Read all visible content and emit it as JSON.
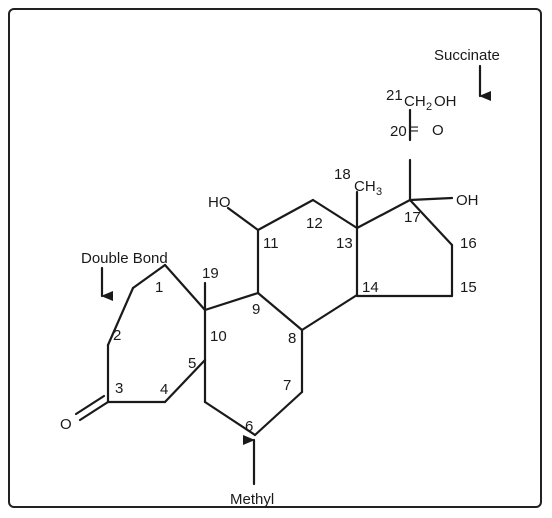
{
  "annotations": {
    "succinate": "Succinate",
    "double_bond": "Double Bond",
    "methyl": "Methyl"
  },
  "atoms": {
    "oxygen_3": "O",
    "hydroxyl_11": "HO",
    "hydroxyl_17": "OH",
    "ch2oh_c": "CH",
    "ch2oh_sub": "2",
    "ch2oh_oh": "OH",
    "ketone_o": "O",
    "methyl_18_c": "CH",
    "methyl_18_sub": "3",
    "equals": "="
  },
  "numbers": {
    "n1": "1",
    "n2": "2",
    "n3": "3",
    "n4": "4",
    "n5": "5",
    "n6": "6",
    "n7": "7",
    "n8": "8",
    "n9": "9",
    "n10": "10",
    "n11": "11",
    "n12": "12",
    "n13": "13",
    "n14": "14",
    "n15": "15",
    "n16": "16",
    "n17": "17",
    "n18": "18",
    "n19": "19",
    "n20": "20",
    "n21": "21"
  }
}
